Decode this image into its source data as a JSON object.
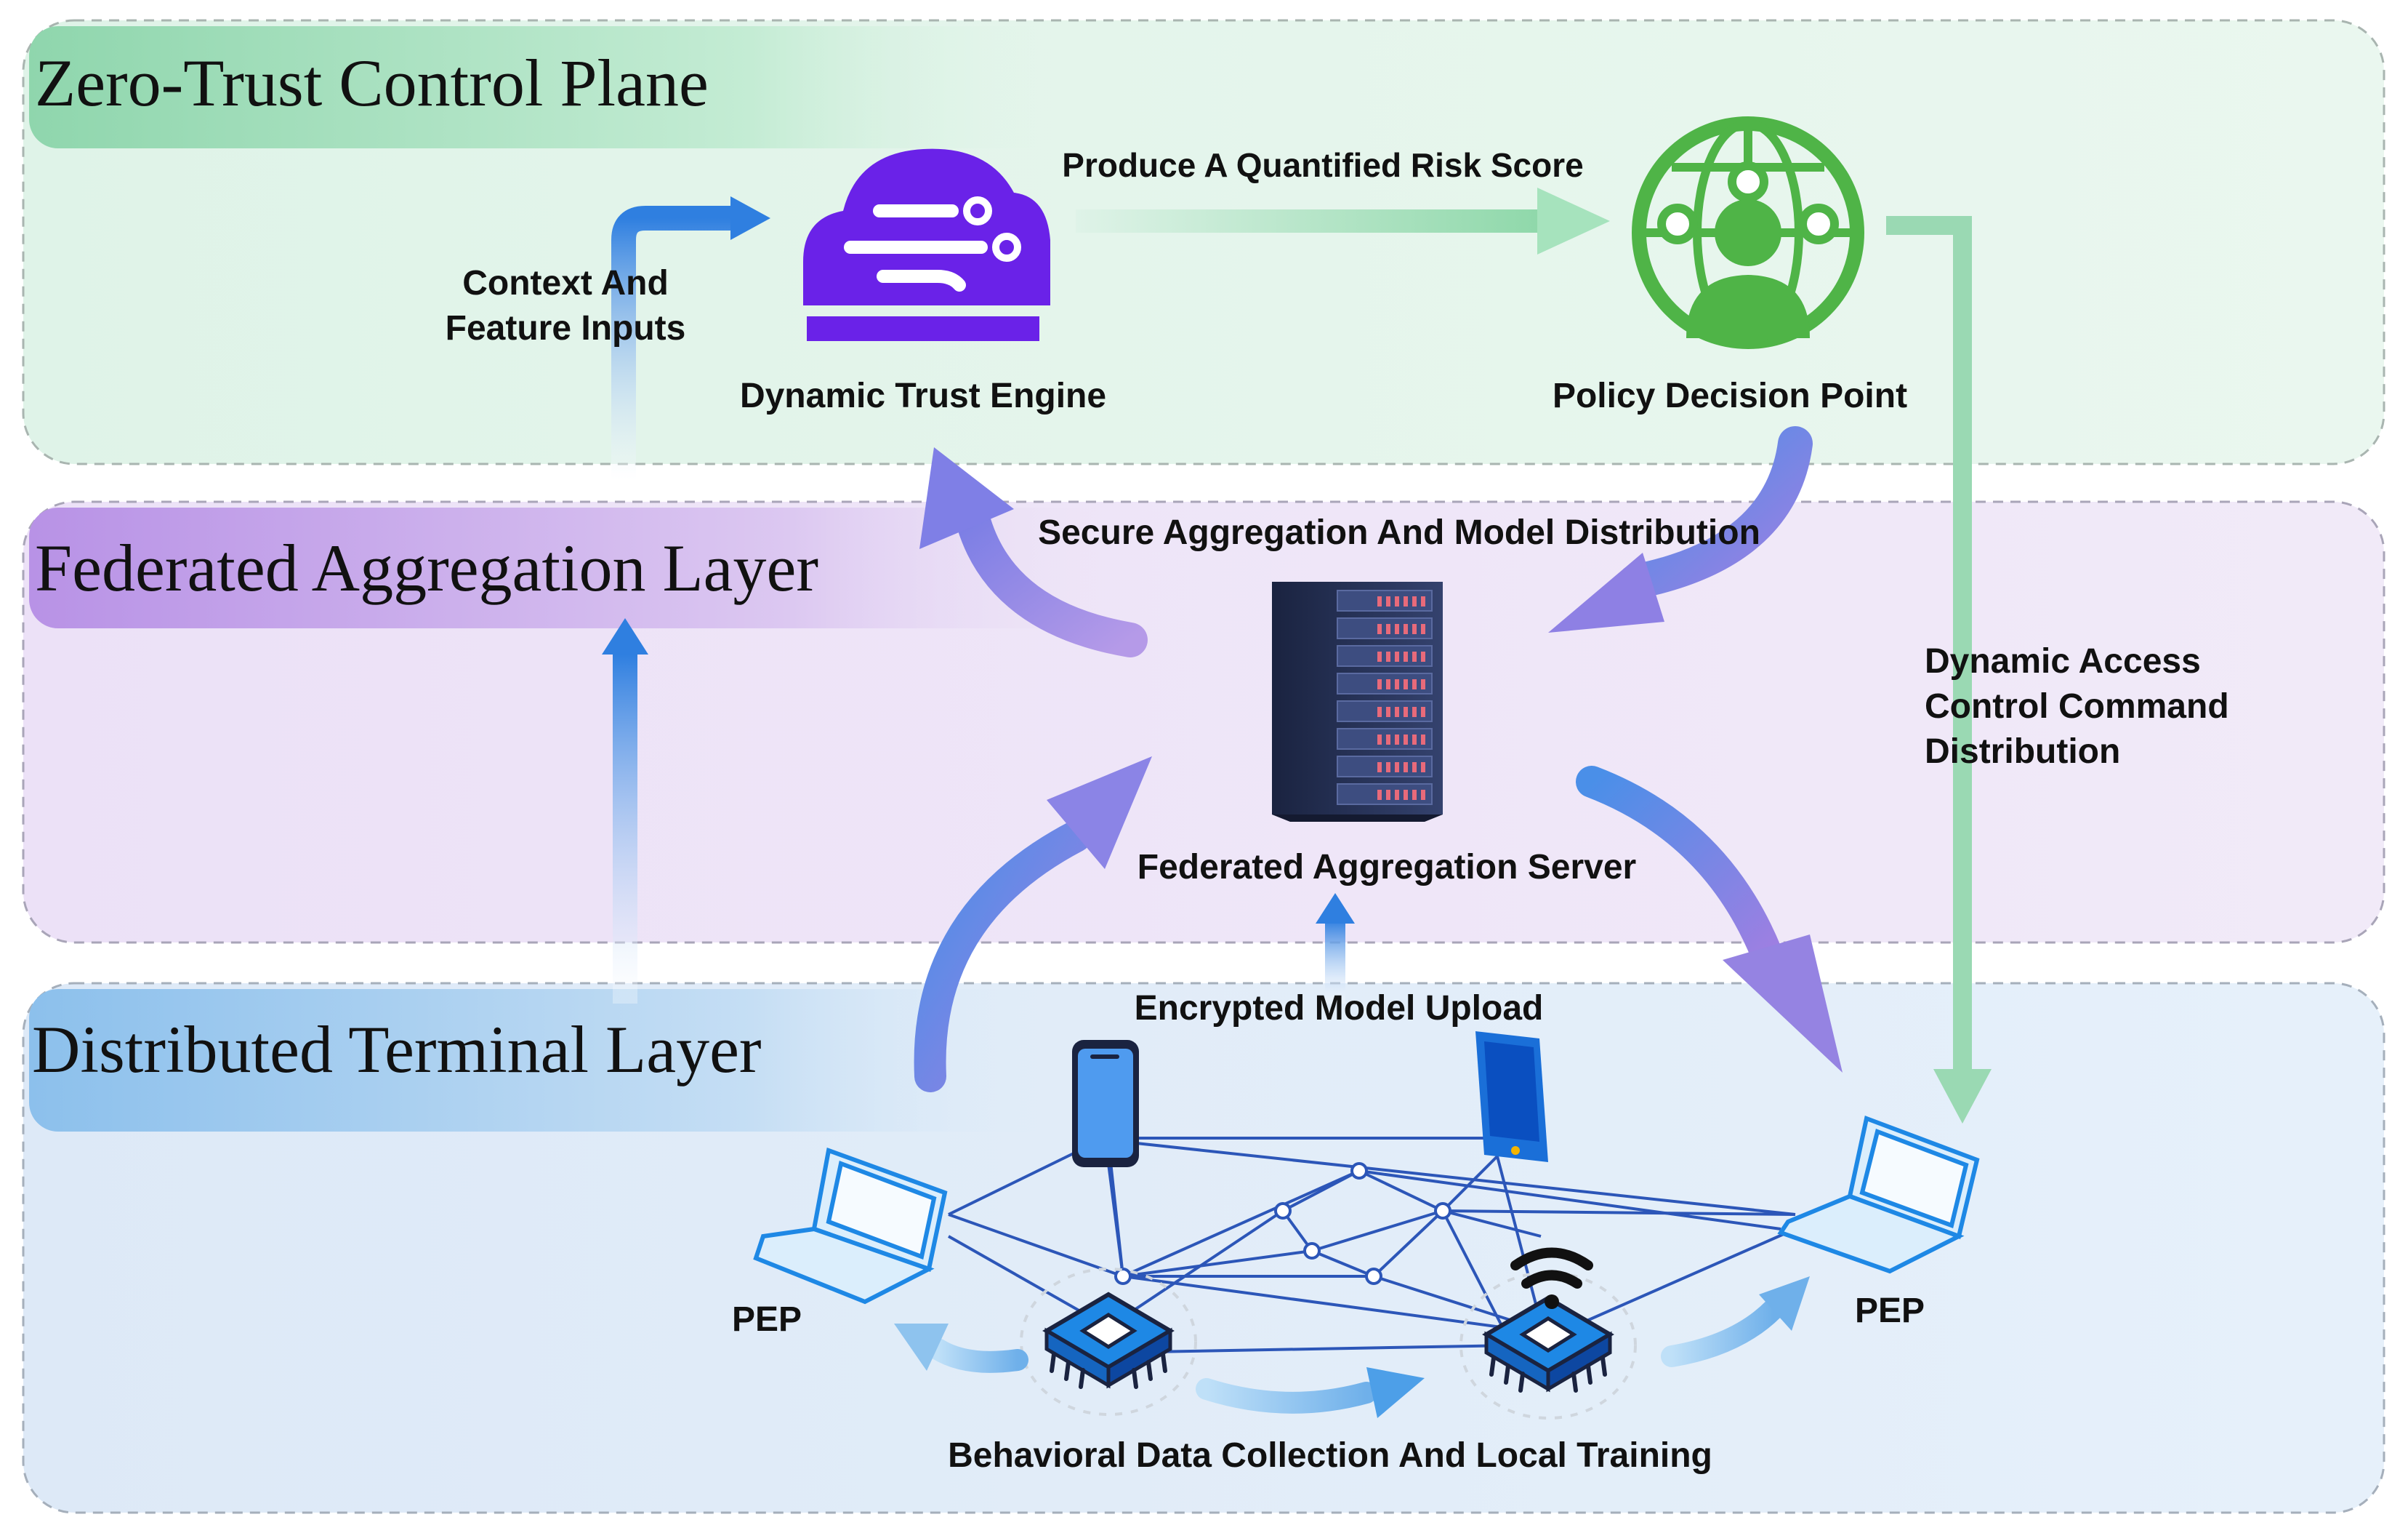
{
  "layers": {
    "zero_trust": "Zero-Trust Control Plane",
    "federated": "Federated Aggregation Layer",
    "terminal": "Distributed Terminal Layer"
  },
  "components": {
    "trust_engine": "Dynamic Trust Engine",
    "pdp": "Policy Decision Point",
    "server": "Federated Aggregation Server",
    "pep_left": "PEP",
    "pep_right": "PEP"
  },
  "flows": {
    "context_line1": "Context And",
    "context_line2": "Feature Inputs",
    "risk_score": "Produce A Quantified Risk Score",
    "secure_agg": "Secure Aggregation And Model Distribution",
    "dac_line1": "Dynamic Access",
    "dac_line2": "Control Command",
    "dac_line3": "Distribution",
    "upload": "Encrypted Model Upload",
    "behavioral": "Behavioral Data Collection And Local Training"
  },
  "colors": {
    "zero_trust_band": "#e3f5ea",
    "federated_band": "#ece3f6",
    "terminal_band": "#e2eef9",
    "engine": "#6a22e8",
    "pdp": "#4fb447",
    "server": "#1f2a4d",
    "device_blue": "#1e88e5"
  }
}
